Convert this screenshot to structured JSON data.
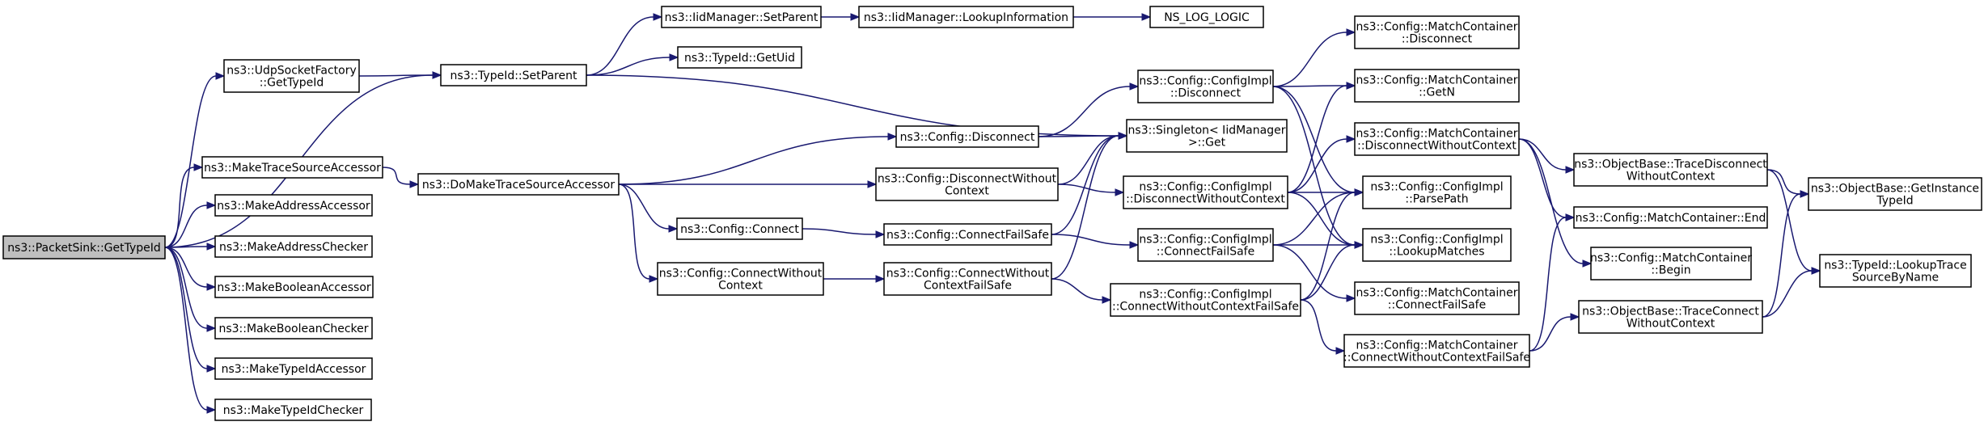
{
  "graph": {
    "title": "",
    "nodes": [
      {
        "id": "root",
        "lines": [
          "ns3::PacketSink::GetTypeId"
        ],
        "root": true
      },
      {
        "id": "udp",
        "lines": [
          "ns3::UdpSocketFactory",
          "::GetTypeId"
        ]
      },
      {
        "id": "mtsa",
        "lines": [
          "ns3::MakeTraceSourceAccessor"
        ]
      },
      {
        "id": "maa",
        "lines": [
          "ns3::MakeAddressAccessor"
        ]
      },
      {
        "id": "mac",
        "lines": [
          "ns3::MakeAddressChecker"
        ]
      },
      {
        "id": "mba",
        "lines": [
          "ns3::MakeBooleanAccessor"
        ]
      },
      {
        "id": "mbc",
        "lines": [
          "ns3::MakeBooleanChecker"
        ]
      },
      {
        "id": "mtia",
        "lines": [
          "ns3::MakeTypeIdAccessor"
        ]
      },
      {
        "id": "mtic",
        "lines": [
          "ns3::MakeTypeIdChecker"
        ]
      },
      {
        "id": "setparent",
        "lines": [
          "ns3::TypeId::SetParent"
        ]
      },
      {
        "id": "dmtsa",
        "lines": [
          "ns3::DoMakeTraceSourceAccessor"
        ]
      },
      {
        "id": "iidsetparent",
        "lines": [
          "ns3::IidManager::SetParent"
        ]
      },
      {
        "id": "getuid",
        "lines": [
          "ns3::TypeId::GetUid"
        ]
      },
      {
        "id": "lookupinfo",
        "lines": [
          "ns3::IidManager::LookupInformation"
        ]
      },
      {
        "id": "nslog",
        "lines": [
          "NS_LOG_LOGIC"
        ]
      },
      {
        "id": "cfgdisc",
        "lines": [
          "ns3::Config::Disconnect"
        ]
      },
      {
        "id": "cfgdiscwc",
        "lines": [
          "ns3::Config::DisconnectWithout",
          "Context"
        ]
      },
      {
        "id": "cfgconn",
        "lines": [
          "ns3::Config::Connect"
        ]
      },
      {
        "id": "cfgconnwc",
        "lines": [
          "ns3::Config::ConnectWithout",
          "Context"
        ]
      },
      {
        "id": "cfgcfs",
        "lines": [
          "ns3::Config::ConnectFailSafe"
        ]
      },
      {
        "id": "cfgcwcfs",
        "lines": [
          "ns3::Config::ConnectWithout",
          "ContextFailSafe"
        ]
      },
      {
        "id": "singleton",
        "lines": [
          "ns3::Singleton< IidManager",
          " >::Get"
        ]
      },
      {
        "id": "implDisc",
        "lines": [
          "ns3::Config::ConfigImpl",
          "::Disconnect"
        ]
      },
      {
        "id": "implDwc",
        "lines": [
          "ns3::Config::ConfigImpl",
          "::DisconnectWithoutContext"
        ]
      },
      {
        "id": "implCfs",
        "lines": [
          "ns3::Config::ConfigImpl",
          "::ConnectFailSafe"
        ]
      },
      {
        "id": "implCwcfs",
        "lines": [
          "ns3::Config::ConfigImpl",
          "::ConnectWithoutContextFailSafe"
        ]
      },
      {
        "id": "mcDisc",
        "lines": [
          "ns3::Config::MatchContainer",
          "::Disconnect"
        ]
      },
      {
        "id": "mcGetN",
        "lines": [
          "ns3::Config::MatchContainer",
          "::GetN"
        ]
      },
      {
        "id": "mcDwc",
        "lines": [
          "ns3::Config::MatchContainer",
          "::DisconnectWithoutContext"
        ]
      },
      {
        "id": "parsepath",
        "lines": [
          "ns3::Config::ConfigImpl",
          "::ParsePath"
        ]
      },
      {
        "id": "lookupmatches",
        "lines": [
          "ns3::Config::ConfigImpl",
          "::LookupMatches"
        ]
      },
      {
        "id": "mcCfs",
        "lines": [
          "ns3::Config::MatchContainer",
          "::ConnectFailSafe"
        ]
      },
      {
        "id": "mcCwcfs",
        "lines": [
          "ns3::Config::MatchContainer",
          "::ConnectWithoutContextFailSafe"
        ]
      },
      {
        "id": "obTdwc",
        "lines": [
          "ns3::ObjectBase::TraceDisconnect",
          "WithoutContext"
        ]
      },
      {
        "id": "mcEnd",
        "lines": [
          "ns3::Config::MatchContainer::End"
        ]
      },
      {
        "id": "mcBegin",
        "lines": [
          "ns3::Config::MatchContainer",
          "::Begin"
        ]
      },
      {
        "id": "obTcwc",
        "lines": [
          "ns3::ObjectBase::TraceConnect",
          "WithoutContext"
        ]
      },
      {
        "id": "obGit",
        "lines": [
          "ns3::ObjectBase::GetInstance",
          "TypeId"
        ]
      },
      {
        "id": "lookuptrace",
        "lines": [
          "ns3::TypeId::LookupTrace",
          "SourceByName"
        ]
      }
    ],
    "edges": [
      [
        "root",
        "udp"
      ],
      [
        "root",
        "setparent"
      ],
      [
        "root",
        "mtsa"
      ],
      [
        "root",
        "maa"
      ],
      [
        "root",
        "mac"
      ],
      [
        "root",
        "mba"
      ],
      [
        "root",
        "mbc"
      ],
      [
        "root",
        "mtia"
      ],
      [
        "root",
        "mtic"
      ],
      [
        "udp",
        "setparent"
      ],
      [
        "mtsa",
        "dmtsa"
      ],
      [
        "setparent",
        "iidsetparent"
      ],
      [
        "setparent",
        "getuid"
      ],
      [
        "setparent",
        "singleton"
      ],
      [
        "iidsetparent",
        "lookupinfo"
      ],
      [
        "lookupinfo",
        "nslog"
      ],
      [
        "dmtsa",
        "cfgdisc"
      ],
      [
        "dmtsa",
        "cfgdiscwc"
      ],
      [
        "dmtsa",
        "cfgconn"
      ],
      [
        "dmtsa",
        "cfgconnwc"
      ],
      [
        "cfgdisc",
        "singleton"
      ],
      [
        "cfgdisc",
        "implDisc"
      ],
      [
        "cfgdiscwc",
        "singleton"
      ],
      [
        "cfgdiscwc",
        "implDwc"
      ],
      [
        "cfgconn",
        "cfgcfs"
      ],
      [
        "cfgconnwc",
        "cfgcwcfs"
      ],
      [
        "cfgcfs",
        "singleton"
      ],
      [
        "cfgcfs",
        "implCfs"
      ],
      [
        "cfgcwcfs",
        "singleton"
      ],
      [
        "cfgcwcfs",
        "implCwcfs"
      ],
      [
        "implDisc",
        "mcDisc"
      ],
      [
        "implDisc",
        "mcGetN"
      ],
      [
        "implDisc",
        "parsepath"
      ],
      [
        "implDisc",
        "lookupmatches"
      ],
      [
        "implDwc",
        "mcDwc"
      ],
      [
        "implDwc",
        "mcGetN"
      ],
      [
        "implDwc",
        "parsepath"
      ],
      [
        "implDwc",
        "lookupmatches"
      ],
      [
        "implCfs",
        "parsepath"
      ],
      [
        "implCfs",
        "lookupmatches"
      ],
      [
        "implCfs",
        "mcCfs"
      ],
      [
        "implCwcfs",
        "parsepath"
      ],
      [
        "implCwcfs",
        "lookupmatches"
      ],
      [
        "implCwcfs",
        "mcCwcfs"
      ],
      [
        "mcDwc",
        "obTdwc"
      ],
      [
        "mcDwc",
        "mcEnd"
      ],
      [
        "mcDwc",
        "mcBegin"
      ],
      [
        "mcCwcfs",
        "mcEnd"
      ],
      [
        "mcCwcfs",
        "obTcwc"
      ],
      [
        "obTdwc",
        "obGit"
      ],
      [
        "obTdwc",
        "lookuptrace"
      ],
      [
        "obTcwc",
        "obGit"
      ],
      [
        "obTcwc",
        "lookuptrace"
      ]
    ]
  }
}
